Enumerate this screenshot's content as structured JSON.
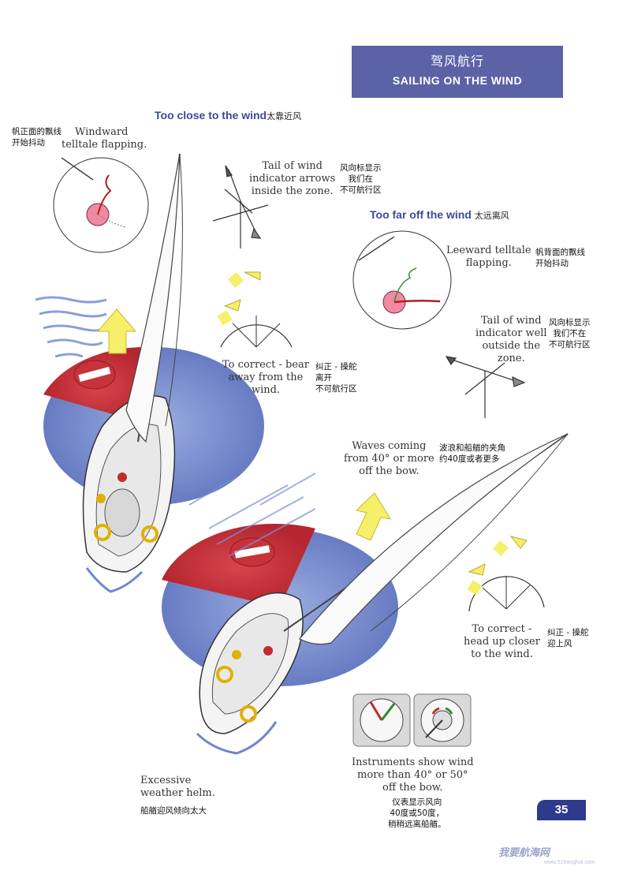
{
  "header": {
    "title_cn": "驾风航行",
    "title_en": "SAILING ON THE WIND"
  },
  "close": {
    "title": "Too close to the wind",
    "title_cn": "太靠近风",
    "windward_cn": [
      "帆正面的飘线",
      "开始抖动"
    ],
    "windward_en": [
      "Windward",
      "telltale flapping."
    ],
    "tail_en": [
      "Tail of wind",
      "indicator arrows",
      "inside the zone."
    ],
    "tail_cn": [
      "风向标显示",
      "我们在",
      "不可航行区"
    ],
    "correct_en": [
      "To correct - bear",
      "away from  the",
      "wind."
    ],
    "correct_cn": [
      "纠正 - 操舵",
      "离开",
      "不可航行区"
    ],
    "helm_en": [
      "Excessive",
      "weather helm."
    ],
    "helm_cn": "船艏迎风倾向太大"
  },
  "far": {
    "title": "Too far off the wind",
    "title_cn": "太远离风",
    "leeward_en": [
      "Leeward  telltale",
      "flapping."
    ],
    "leeward_cn": [
      "帆背面的飘线",
      "开始抖动"
    ],
    "tail_en": [
      "Tail of wind",
      "indicator well",
      "outside the",
      "zone."
    ],
    "tail_cn": [
      "风向标显示",
      "我们不在",
      "不可航行区"
    ],
    "waves_en": [
      "Waves coming",
      "from 40° or more",
      "off the bow."
    ],
    "waves_cn": [
      "波浪和船艏的夹角",
      "约40度或者更多"
    ],
    "correct_en": [
      "To correct -",
      "head up closer",
      "to the wind."
    ],
    "correct_cn": [
      "纠正 - 操舵",
      "迎上风"
    ],
    "instr_en": [
      "Instruments show wind",
      "more than 40° or 50°",
      "off the bow."
    ],
    "instr_cn": [
      "仪表显示风向",
      "40度或50度，",
      "稍稍远离船艏。"
    ]
  },
  "page_number": "35",
  "watermark": {
    "main": "我要航海网",
    "url": "www.51hanghai.com"
  },
  "colors": {
    "header": "#5b62a6",
    "no_go_red": "#c8323a",
    "zone_blue": "#5c73c2",
    "arrow_yellow": "#f5ef6a",
    "page_num": "#2e3b8c"
  }
}
